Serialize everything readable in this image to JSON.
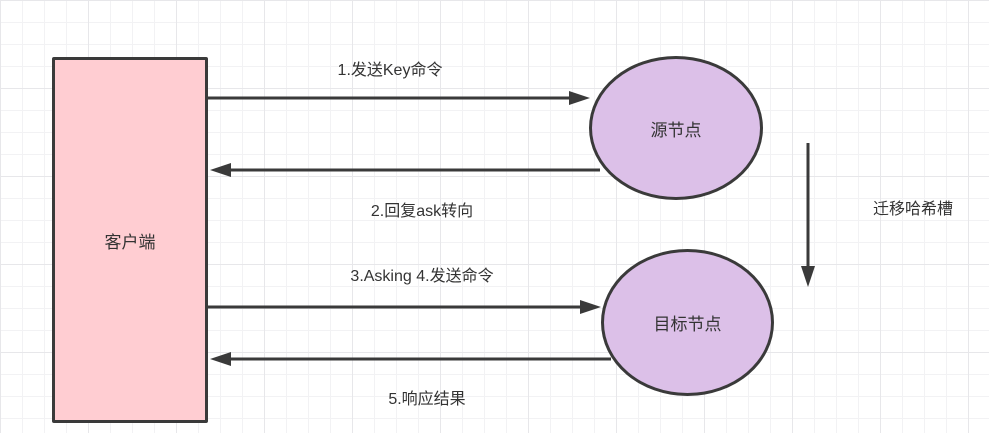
{
  "nodes": {
    "client": {
      "label": "客户端"
    },
    "source": {
      "label": "源节点"
    },
    "target": {
      "label": "目标节点"
    }
  },
  "flows": [
    {
      "label": "1.发送Key命令",
      "from": "客户端",
      "to": "源节点",
      "direction": "right"
    },
    {
      "label": "2.回复ask转向",
      "from": "源节点",
      "to": "客户端",
      "direction": "left"
    },
    {
      "label": "3.Asking 4.发送命令",
      "from": "客户端",
      "to": "目标节点",
      "direction": "right"
    },
    {
      "label": "5.响应结果",
      "from": "目标节点",
      "to": "客户端",
      "direction": "left"
    },
    {
      "label": "迁移哈希槽",
      "from": "源节点",
      "to": "目标节点",
      "direction": "down"
    }
  ],
  "colors": {
    "background": "#ffffff",
    "grid_minor": "#f2f2f4",
    "grid_major": "#e7e7ea",
    "client_fill": "#ffcdd2",
    "node_fill": "#dcc0e8",
    "stroke": "#3a3a3a",
    "text": "#333333"
  }
}
